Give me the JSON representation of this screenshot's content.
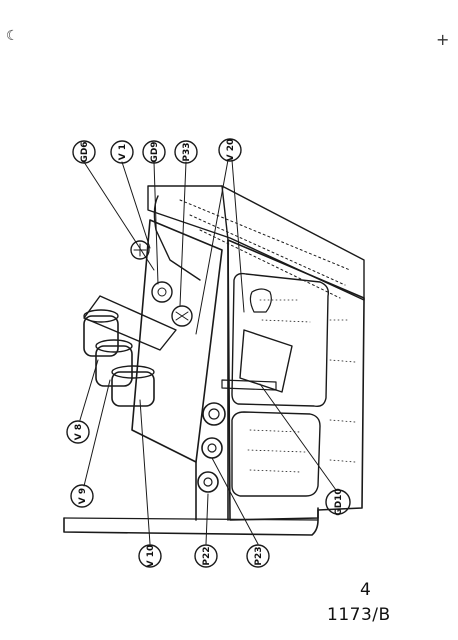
{
  "diagram": {
    "callouts": [
      {
        "id": "GD6",
        "label": "GD6"
      },
      {
        "id": "V1",
        "label": "V 1"
      },
      {
        "id": "GD9",
        "label": "GD9"
      },
      {
        "id": "P33",
        "label": "P33"
      },
      {
        "id": "V20",
        "label": "V 20"
      },
      {
        "id": "V8",
        "label": "V 8"
      },
      {
        "id": "V9",
        "label": "V 9"
      },
      {
        "id": "V10",
        "label": "V 10"
      },
      {
        "id": "P22",
        "label": "P22"
      },
      {
        "id": "P23",
        "label": "P23"
      },
      {
        "id": "GD10",
        "label": "GD10"
      }
    ]
  },
  "footer": {
    "page_number": "4",
    "doc_ref": "1173/B"
  },
  "marks": {
    "top_left": "☾",
    "top_right": "+"
  }
}
